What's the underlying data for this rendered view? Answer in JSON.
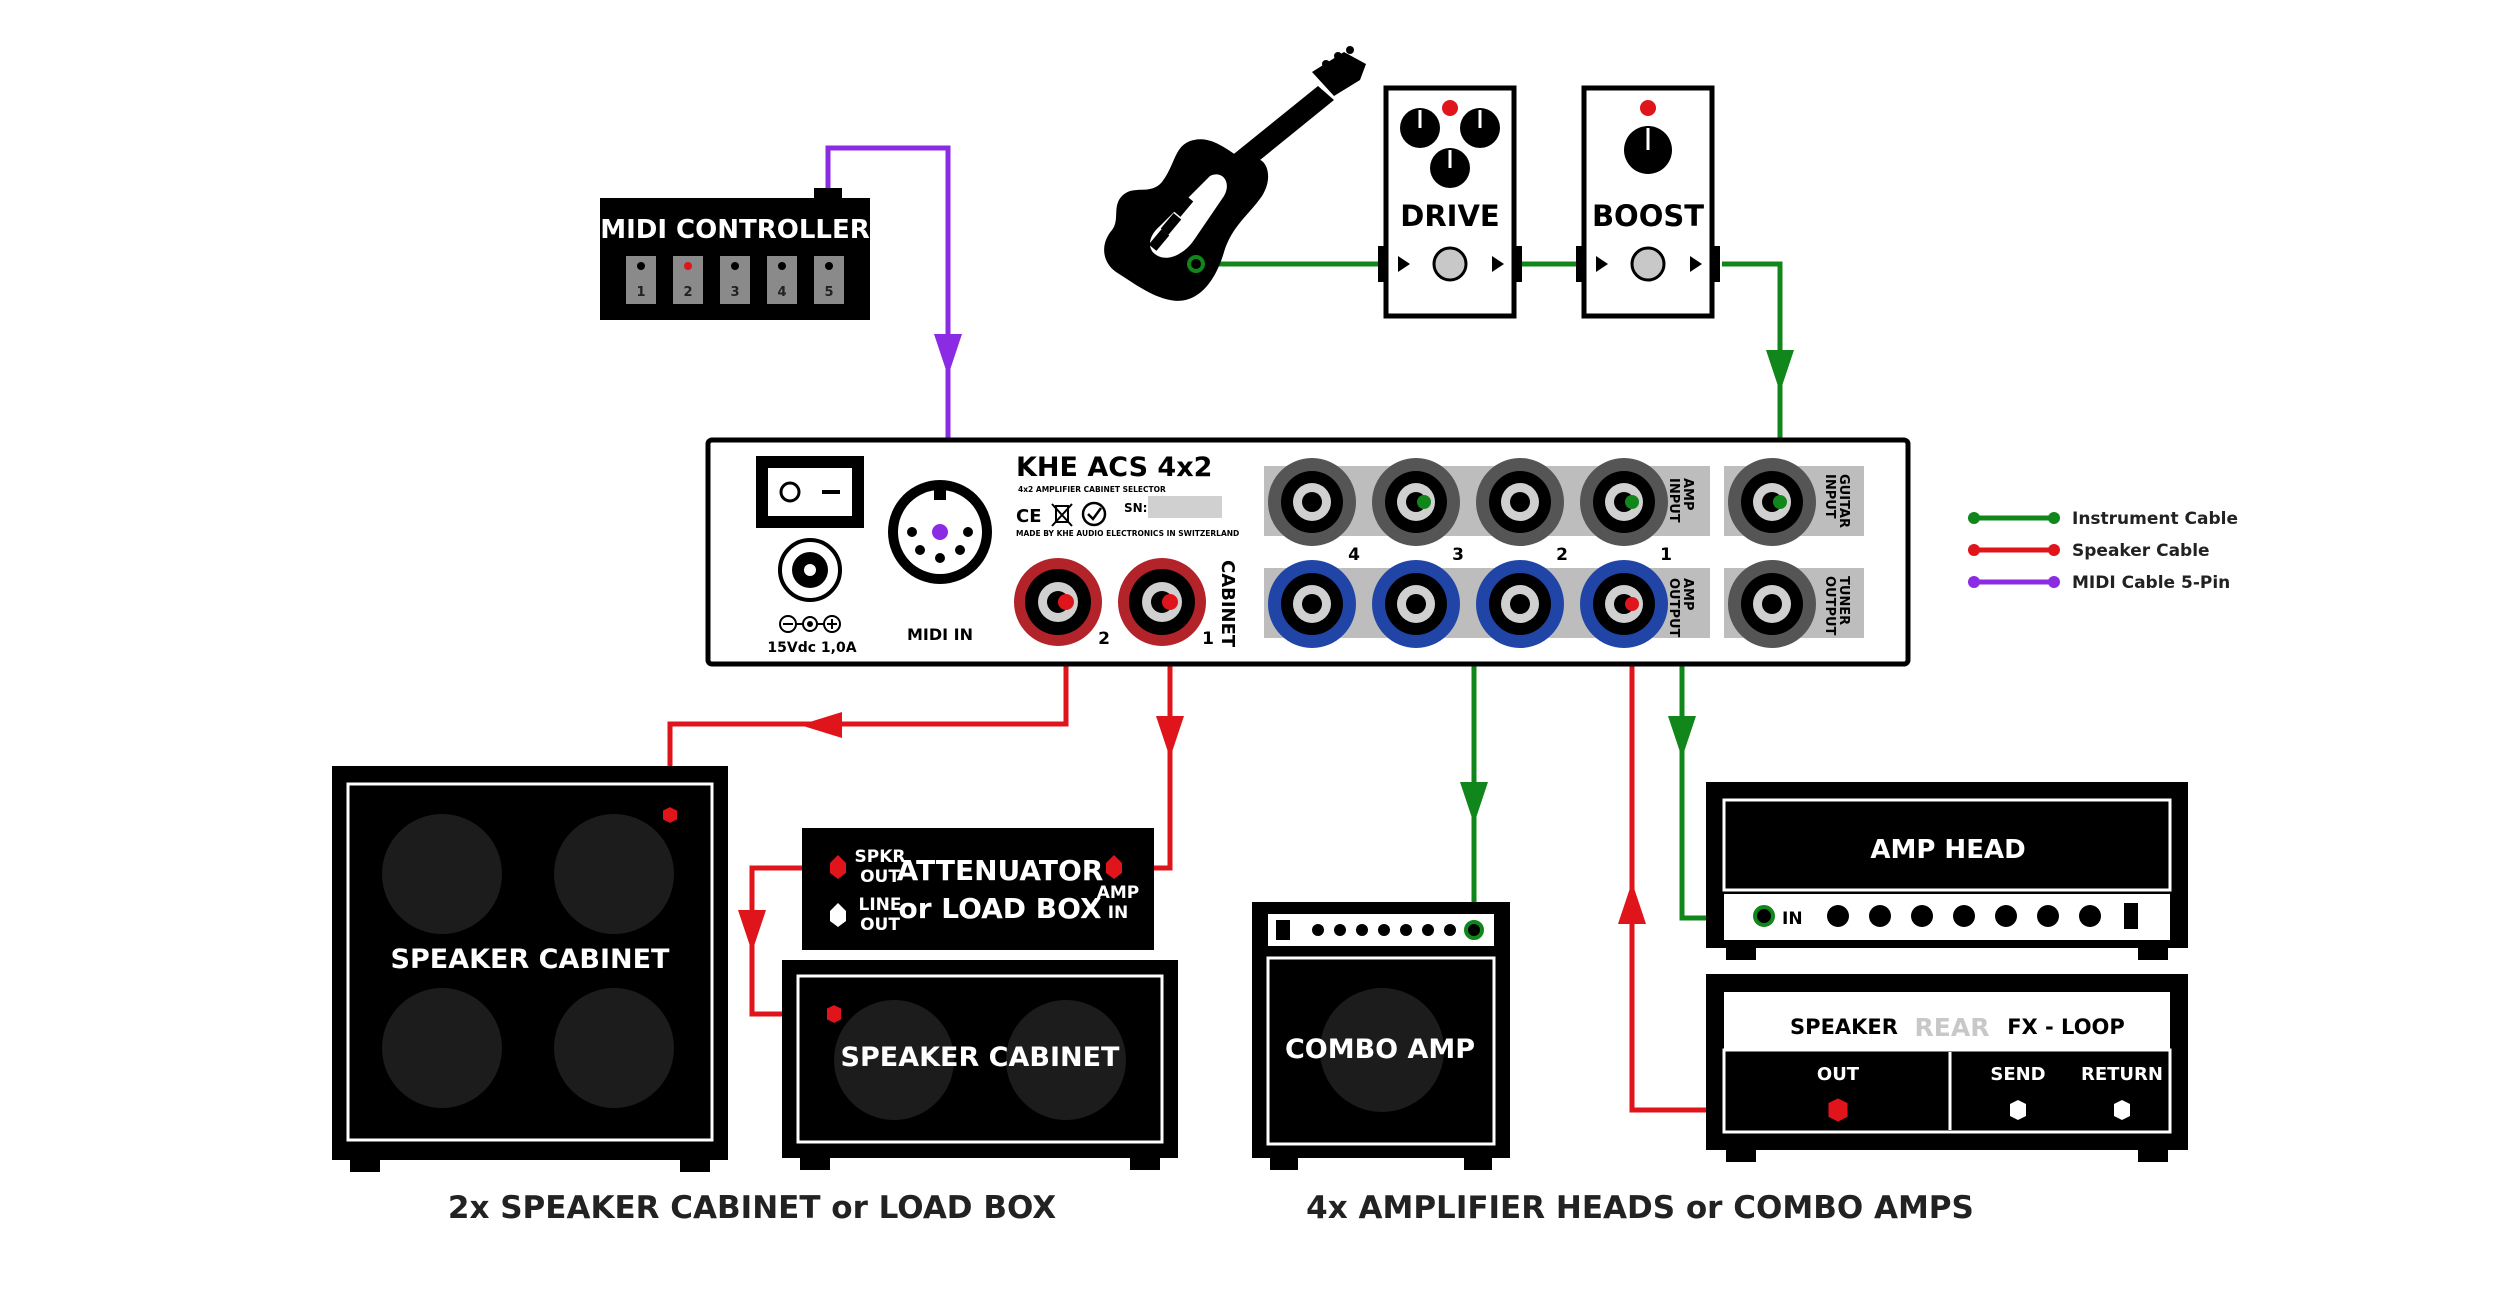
{
  "colors": {
    "instrument": "#11861a",
    "speaker": "#e0141b",
    "midi": "#8b2be3",
    "panel": "#000000",
    "jack_red": "#b3232a",
    "jack_blue": "#2145a6",
    "jack_grey": "#555555"
  },
  "midi_controller": {
    "title": "MIDI CONTROLLER",
    "switches": [
      "1",
      "2",
      "3",
      "4",
      "5"
    ]
  },
  "pedals": [
    {
      "name": "DRIVE"
    },
    {
      "name": "BOOST"
    }
  ],
  "selector": {
    "model": "KHE ACS 4x2",
    "subtitle": "4x2 AMPLIFIER CABINET SELECTOR",
    "sn_label": "SN:",
    "made_by": "MADE BY KHE AUDIO ELECTRONICS IN SWITZERLAND",
    "power_label": "15Vdc 1,0A",
    "midi_in_label": "MIDI IN",
    "cabinet_label": "CABINET",
    "cabinet_numbers": [
      "2",
      "1"
    ],
    "amp_numbers": [
      "4",
      "3",
      "2",
      "1"
    ],
    "amp_input_label": [
      "AMP",
      "INPUT"
    ],
    "amp_output_label": [
      "AMP",
      "OUTPUT"
    ],
    "guitar_input_label": [
      "GUITAR",
      "INPUT"
    ],
    "tuner_output_label": [
      "TUNER",
      "OUTPUT"
    ],
    "cert_marks": [
      "CE",
      "bin-icon",
      "check-icon"
    ]
  },
  "legend": [
    {
      "label": "Instrument Cable",
      "color": "#11861a"
    },
    {
      "label": "Speaker Cable",
      "color": "#e0141b"
    },
    {
      "label": "MIDI Cable 5-Pin",
      "color": "#8b2be3"
    }
  ],
  "cab_4x12": {
    "label": "SPEAKER CABINET"
  },
  "attenuator": {
    "title_line1": "ATTENUATOR",
    "title_line2": "or LOAD BOX",
    "spkr_out": [
      "SPKR",
      "OUT"
    ],
    "line_out": [
      "LINE",
      "OUT"
    ],
    "amp_in": [
      "AMP",
      "IN"
    ]
  },
  "cab_2x12": {
    "label": "SPEAKER CABINET"
  },
  "combo_amp": {
    "label": "COMBO AMP"
  },
  "amp_head": {
    "label": "AMP HEAD",
    "input_label": "IN"
  },
  "amp_rear": {
    "speaker": "SPEAKER",
    "rear": "REAR",
    "fx_loop": "FX - LOOP",
    "out": "OUT",
    "send": "SEND",
    "return": "RETURN"
  },
  "captions": {
    "left": "2x SPEAKER CABINET or LOAD BOX",
    "right": "4x AMPLIFIER HEADS or COMBO AMPS"
  }
}
